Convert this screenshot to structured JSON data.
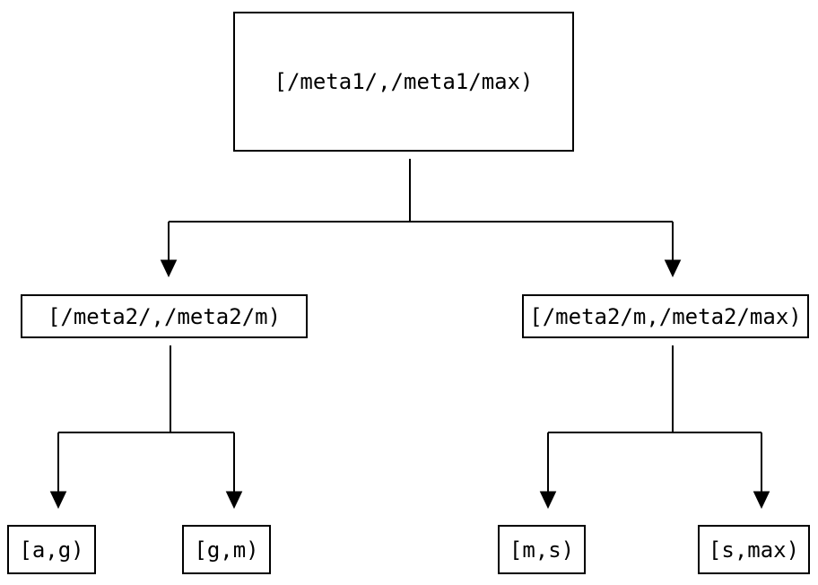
{
  "diagram": {
    "type": "tree",
    "background_color": "#ffffff",
    "line_color": "#000000",
    "text_color": "#000000",
    "nodes": [
      {
        "id": "root",
        "level": 0,
        "label": "[/meta1/,/meta1/max)"
      },
      {
        "id": "meta2-low",
        "level": 1,
        "label": "[/meta2/,/meta2/m)"
      },
      {
        "id": "meta2-high",
        "level": 1,
        "label": "[/meta2/m,/meta2/max)"
      },
      {
        "id": "leaf-a-g",
        "level": 2,
        "label": "[a,g)"
      },
      {
        "id": "leaf-g-m",
        "level": 2,
        "label": "[g,m)"
      },
      {
        "id": "leaf-m-s",
        "level": 2,
        "label": "[m,s)"
      },
      {
        "id": "leaf-s-max",
        "level": 2,
        "label": "[s,max)"
      }
    ],
    "edges": [
      {
        "from": "root",
        "to": "meta2-low"
      },
      {
        "from": "root",
        "to": "meta2-high"
      },
      {
        "from": "meta2-low",
        "to": "leaf-a-g"
      },
      {
        "from": "meta2-low",
        "to": "leaf-g-m"
      },
      {
        "from": "meta2-high",
        "to": "leaf-m-s"
      },
      {
        "from": "meta2-high",
        "to": "leaf-s-max"
      }
    ]
  }
}
